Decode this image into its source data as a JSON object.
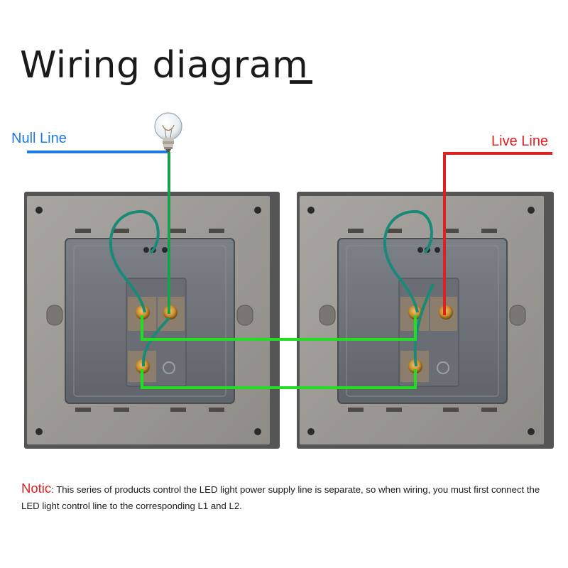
{
  "title": "Wiring diagram",
  "labels": {
    "null_line": "Null Line",
    "live_line": "Live Line"
  },
  "notice": {
    "label": "Notic",
    "text": ": This series of products control the LED light power supply line is separate, so when wiring, you must first connect the LED light control line to the corresponding L1 and L2."
  },
  "colors": {
    "null_wire": "#1e7ae0",
    "live_wire": "#e01f1f",
    "link_wire": "#22dd22",
    "teal_wire": "#1a8a78",
    "panel_frame": "#5a5a5a",
    "panel_plate": "#9d9a96",
    "module": "#6f747a",
    "terminal": "#c9913a"
  },
  "icons": {
    "bulb": "light-bulb-icon"
  }
}
